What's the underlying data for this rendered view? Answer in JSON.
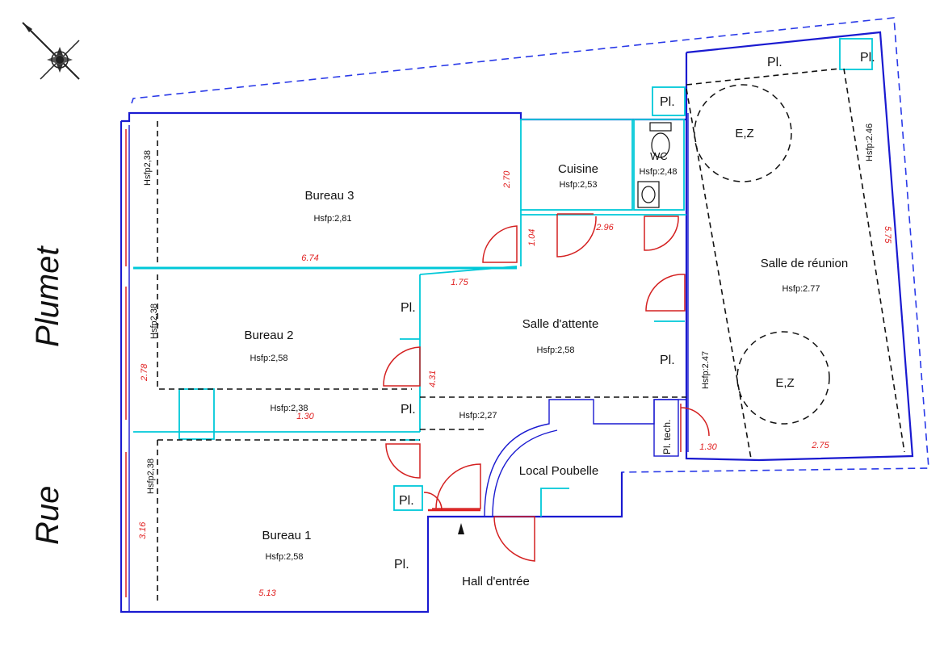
{
  "streets": {
    "top": "Plumet",
    "bottom": "Rue"
  },
  "rooms": {
    "bureau3": {
      "name": "Bureau 3",
      "hsfp": "Hsfp:2,81"
    },
    "bureau2": {
      "name": "Bureau 2",
      "hsfp": "Hsfp:2,58"
    },
    "bureau1": {
      "name": "Bureau 1",
      "hsfp": "Hsfp:2,58"
    },
    "cuisine": {
      "name": "Cuisine",
      "hsfp": "Hsfp:2,53"
    },
    "wc": {
      "name": "WC",
      "hsfp": "Hsfp:2,48"
    },
    "attente": {
      "name": "Salle d'attente",
      "hsfp": "Hsfp:2,58"
    },
    "reunion": {
      "name": "Salle de réunion",
      "hsfp": "Hsfp:2.77"
    },
    "poubelle": {
      "name": "Local Poubelle"
    },
    "hall": {
      "name": "Hall d'entrée"
    },
    "pltech": {
      "name": "Pl. tech."
    }
  },
  "placards": {
    "label": "Pl."
  },
  "ez": {
    "label": "E,Z"
  },
  "hsfp_labels": {
    "b3_side": "Hsfp2,38",
    "b2_side": "Hsfp2,38",
    "b1_side": "Hsfp2,38",
    "corridor": "Hsfp:2,38",
    "attente_low": "Hsfp:2,27",
    "reunion_right": "Hsfp:2.46",
    "reunion_left": "Hsfp:2.47"
  },
  "dimensions": {
    "b3_width": "6.74",
    "b3_height": "2.70",
    "cuisine_door": "1.04",
    "cuisine_width": "2.96",
    "attente_top": "1.75",
    "attente_side": "4.31",
    "b2_height": "2.78",
    "corridor": "1.30",
    "b1_height": "3.16",
    "b1_width": "5.13",
    "pltech": "1.30",
    "reunion_width": "2.75",
    "reunion_height": "5.75"
  }
}
